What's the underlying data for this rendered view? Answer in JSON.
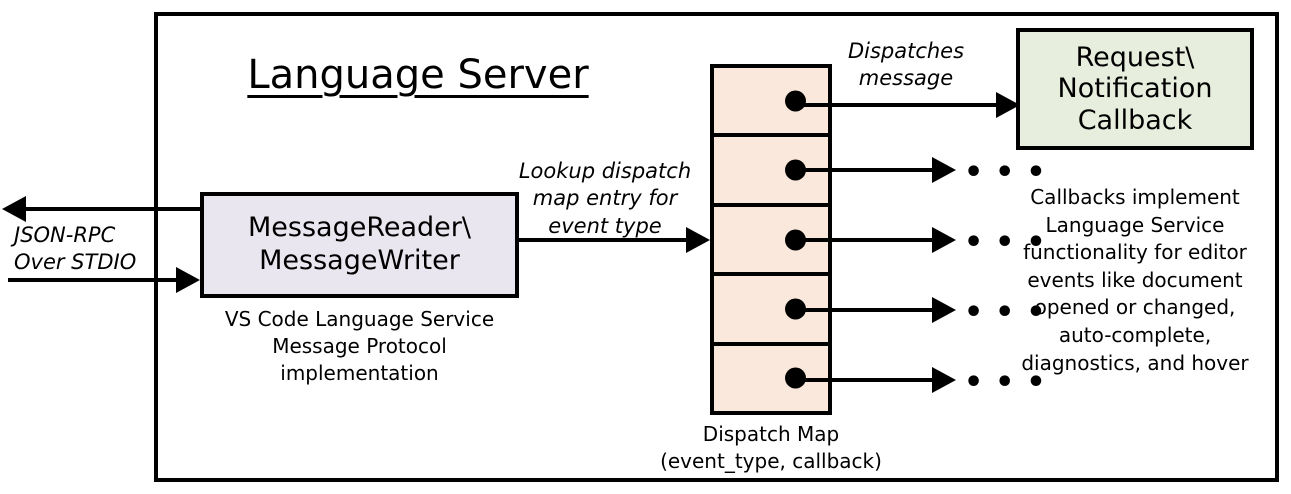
{
  "diagram": {
    "title": "Language Server",
    "boxes": {
      "reader": {
        "line1": "MessageReader\\",
        "line2": "MessageWriter",
        "caption_line1": "VS Code Language Service",
        "caption_line2": "Message Protocol implementation"
      },
      "callback": {
        "line1": "Request\\",
        "line2": "Notification",
        "line3": "Callback",
        "caption_line1": "Callbacks implement",
        "caption_line2": "Language Service",
        "caption_line3": "functionality for editor",
        "caption_line4": "events like document",
        "caption_line5": "opened or changed,",
        "caption_line6": "auto-complete,",
        "caption_line7": "diagnostics, and hover"
      },
      "dispatch_map": {
        "caption_line1": "Dispatch Map",
        "caption_line2": "(event_type, callback)",
        "cells": [
          {
            "id": "row-1",
            "marker": "callback-dot"
          },
          {
            "id": "row-2",
            "marker": "callback-dot"
          },
          {
            "id": "row-3",
            "marker": "callback-dot"
          },
          {
            "id": "row-4",
            "marker": "callback-dot"
          },
          {
            "id": "row-5",
            "marker": "callback-dot"
          }
        ]
      }
    },
    "edge_labels": {
      "jsonrpc_line1": "JSON-RPC",
      "jsonrpc_line2": "Over STDIO",
      "lookup_line1": "Lookup dispatch",
      "lookup_line2": "map entry for",
      "lookup_line3": "event type",
      "dispatches_line1": "Dispatches",
      "dispatches_line2": "message"
    },
    "ellipses": [
      "• • •",
      "• • •",
      "• • •",
      "• • •"
    ],
    "colors": {
      "stroke": "#000000",
      "reader_fill": "#e9e6ef",
      "callback_fill": "#e8eedd",
      "dispatch_fill": "#fbe8dc",
      "background": "#ffffff"
    }
  }
}
